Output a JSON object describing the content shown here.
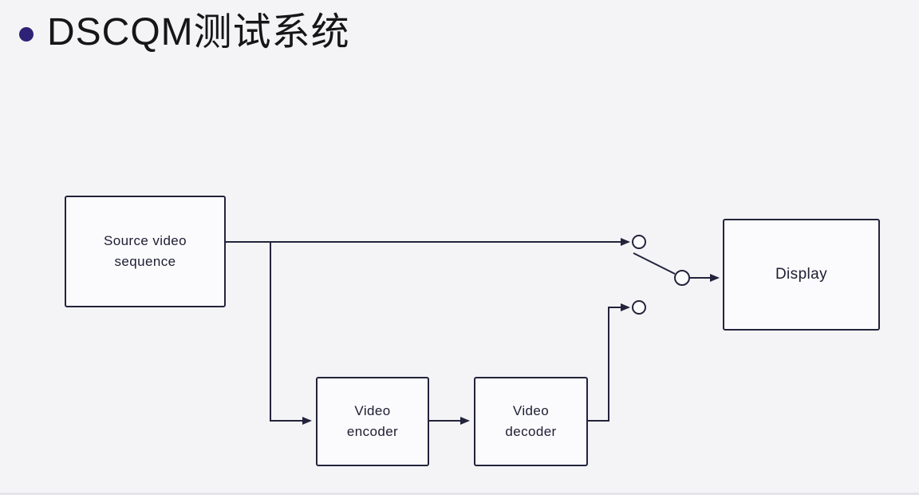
{
  "colors": {
    "bg": "#f4f4f7",
    "line": "#23233c",
    "ink": "#1d1d33",
    "bullet": "#2e2277",
    "title-ink": "#161616",
    "box-bg": "#fbfbfd"
  },
  "title": {
    "text": "DSCQM测试系统"
  },
  "diagram": {
    "boxes": {
      "source": {
        "label": "Source video\nsequence"
      },
      "encoder": {
        "label": "Video\nencoder"
      },
      "decoder": {
        "label": "Video\ndecoder"
      },
      "display": {
        "label": "Display"
      }
    }
  }
}
